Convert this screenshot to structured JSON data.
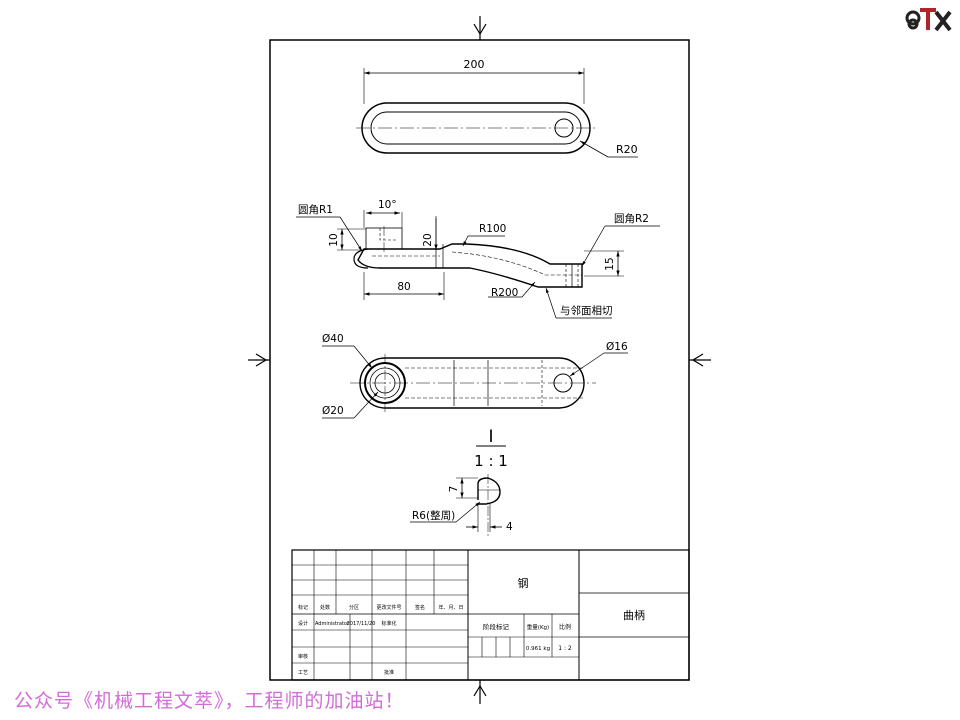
{
  "dims": {
    "top_length": "200",
    "top_radius": "R20",
    "fillet_left": "圆角R1",
    "angle": "10°",
    "dim_10": "10",
    "dim_20": "20",
    "r100": "R100",
    "fillet_right": "圆角R2",
    "dim_15": "15",
    "dim_80": "80",
    "r200": "R200",
    "tangent_note": "与邻面相切",
    "dia40": "Ø40",
    "dia20": "Ø20",
    "dia16": "Ø16",
    "detail_label": "I",
    "detail_scale": "1 : 1",
    "dim_7": "7",
    "r6": "R6(整周)",
    "dim_4": "4"
  },
  "title_block": {
    "material": "钢",
    "part_name": "曲柄",
    "row_labels": [
      "标记",
      "处数",
      "分区",
      "更改文件号",
      "签名",
      "年、月、日"
    ],
    "designer_label": "设计",
    "designer": "Administrator",
    "date": "2017/11/20",
    "standardize_label": "标准化",
    "review_label": "审核",
    "process_label": "工艺",
    "approve_label": "批准",
    "stage_label": "阶段标记",
    "weight_label": "重量(Kg)",
    "scale_label": "比例",
    "weight": "0.961 kg",
    "scale": "1 : 2"
  },
  "footer": "公众号《机械工程文萃》，工程师的加油站！",
  "colors": {
    "footer": "#d36bd8",
    "logo_red": "#b0242a"
  }
}
